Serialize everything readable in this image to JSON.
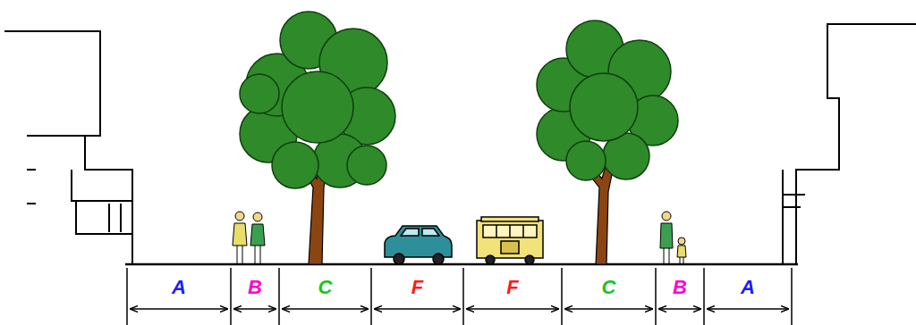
{
  "diagram": {
    "labels": [
      "A",
      "B",
      "C",
      "F",
      "F",
      "C",
      "B",
      "A"
    ]
  }
}
